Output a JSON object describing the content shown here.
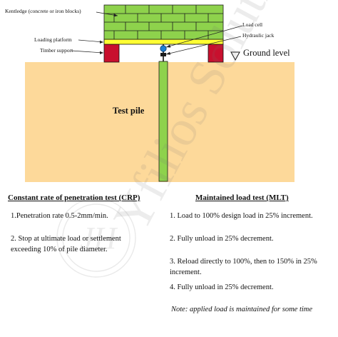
{
  "diagram": {
    "callouts": {
      "kentledge": "Kentledge (concrete or iron blocks)",
      "loading_platform": "Loading platform",
      "timber_support": "Timber support",
      "load_cell": "Load cell",
      "hydraulic_jack": "Hydraulic jack"
    },
    "ground_level": "Ground level",
    "test_pile": "Test pile",
    "colors": {
      "soil": "#fdd99a",
      "kentledge": "#8ed24c",
      "pile": "#8ed24c",
      "platform": "#ffff33",
      "timber": "#c8102e",
      "jack": "#1f7fd1"
    }
  },
  "watermark": {
    "text": "Yfilios Solution",
    "monogram": "JH"
  },
  "crp": {
    "heading": "Constant rate of penetration test (CRP)",
    "items": [
      "1.Penetration rate 0.5-2mm/min.",
      "2. Stop at ultimate load or settlement exceeding 10% of pile diameter."
    ]
  },
  "mlt": {
    "heading": "Maintained load test (MLT)",
    "items": [
      "1. Load to 100% design load in 25% increment.",
      "2. Fully unload in 25% decrement.",
      "3. Reload directly to 100%, then to 150% in 25% increment.",
      "4. Fully unload in 25% decrement."
    ],
    "note": "Note: applied load is maintained for some time"
  }
}
